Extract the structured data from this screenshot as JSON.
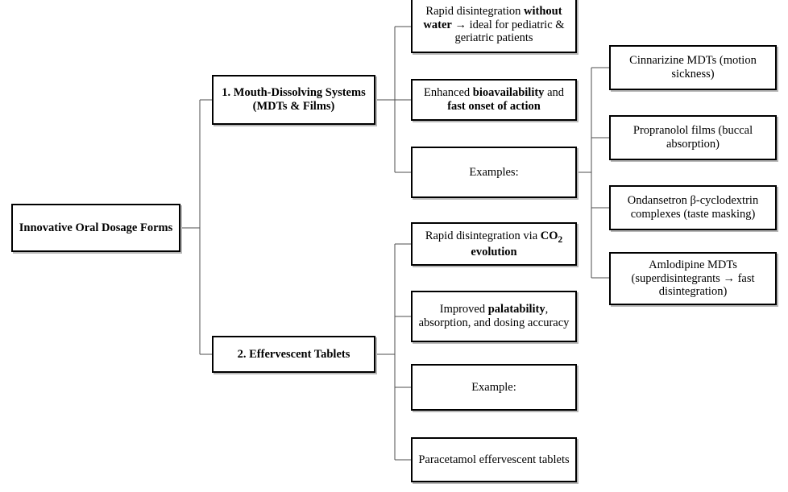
{
  "diagram": {
    "type": "hierarchical-tree",
    "orientation": "left-to-right",
    "background_color": "#ffffff",
    "box_border_color": "#000000",
    "connector_color": "#4d4d4d",
    "root": {
      "id": "root",
      "text": "Innovative Oral Dosage Forms"
    },
    "branches": [
      {
        "id": "branch-1",
        "text": "1. Mouth-Dissolving Systems (MDTs & Films)",
        "children": [
          {
            "id": "b1-c1",
            "html": "Rapid disintegration <b>without water</b> → ideal for pediatric &amp; geriatric patients",
            "plain": "Rapid disintegration without water → ideal for pediatric & geriatric patients"
          },
          {
            "id": "b1-c2",
            "html": "Enhanced <b>bioavailability</b> and <b>fast onset of action</b>",
            "plain": "Enhanced bioavailability and fast onset of action"
          },
          {
            "id": "b1-c3",
            "html": "Examples:",
            "plain": "Examples:",
            "children": [
              {
                "id": "b1-c3-e1",
                "html": "Cinnarizine MDTs (motion sickness)",
                "plain": "Cinnarizine MDTs (motion sickness)"
              },
              {
                "id": "b1-c3-e2",
                "html": "Propranolol films (buccal absorption)",
                "plain": "Propranolol films (buccal absorption)"
              },
              {
                "id": "b1-c3-e3",
                "html": "Ondansetron β-cyclodextrin complexes (taste masking)",
                "plain": "Ondansetron β-cyclodextrin complexes (taste masking)"
              },
              {
                "id": "b1-c3-e4",
                "html": "Amlodipine MDTs (superdisintegrants → fast disintegration)",
                "plain": "Amlodipine MDTs (superdisintegrants → fast disintegration)"
              }
            ]
          }
        ]
      },
      {
        "id": "branch-2",
        "text": "2. Effervescent Tablets",
        "children": [
          {
            "id": "b2-c1",
            "html": "Rapid disintegration via <b>CO<sub>2</sub> evolution</b>",
            "plain": "Rapid disintegration via CO2 evolution"
          },
          {
            "id": "b2-c2",
            "html": "Improved <b>palatability</b>, absorption, and dosing accuracy",
            "plain": "Improved palatability, absorption, and dosing accuracy"
          },
          {
            "id": "b2-c3",
            "html": "Example:",
            "plain": "Example:"
          },
          {
            "id": "b2-c4",
            "html": "Paracetamol effervescent tablets",
            "plain": "Paracetamol effervescent tablets"
          }
        ]
      }
    ]
  }
}
